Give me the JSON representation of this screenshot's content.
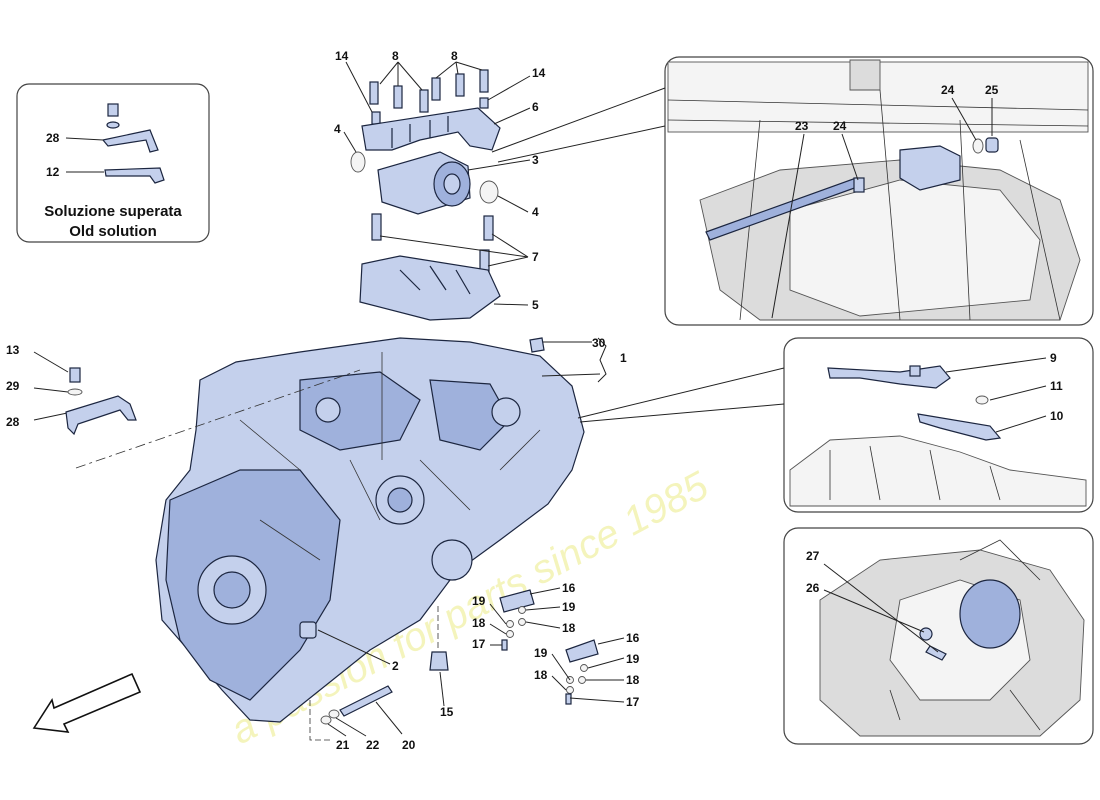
{
  "inset_caption": {
    "line1": "Soluzione superata",
    "line2": "Old solution"
  },
  "watermark": "a passion for parts since 1985",
  "callouts": {
    "c1": "1",
    "c2": "2",
    "c3": "3",
    "c4a": "4",
    "c4b": "4",
    "c5": "5",
    "c6": "6",
    "c7": "7",
    "c8a": "8",
    "c8b": "8",
    "c9": "9",
    "c10": "10",
    "c11": "11",
    "c12": "12",
    "c13": "13",
    "c14a": "14",
    "c14b": "14",
    "c15": "15",
    "c16a": "16",
    "c16b": "16",
    "c17a": "17",
    "c17b": "17",
    "c18a": "18",
    "c18b": "18",
    "c18c": "18",
    "c18d": "18",
    "c19a": "19",
    "c19b": "19",
    "c19c": "19",
    "c19d": "19",
    "c20": "20",
    "c21": "21",
    "c22": "22",
    "c23": "23",
    "c24a": "24",
    "c24b": "24",
    "c25": "25",
    "c26": "26",
    "c27": "27",
    "c28a": "28",
    "c28b": "28",
    "c29": "29",
    "c30": "30"
  }
}
